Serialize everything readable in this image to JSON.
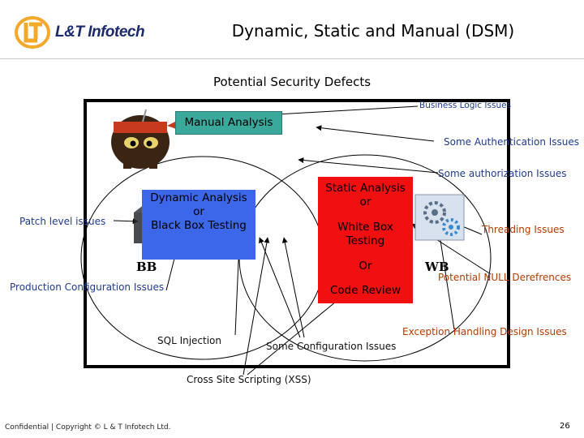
{
  "header": {
    "logo_text": "L&T Infotech",
    "title": "Dynamic, Static and Manual (DSM)"
  },
  "subtitle": "Potential Security Defects",
  "boxes": {
    "manual": "Manual Analysis",
    "dynamic": [
      "Dynamic Analysis",
      "or",
      "Black Box Testing"
    ],
    "static": [
      "Static Analysis",
      "or",
      "White Box",
      "Testing",
      "Or",
      "Code Review"
    ]
  },
  "circle_labels": {
    "bb": "BB",
    "wb": "WB"
  },
  "issues": {
    "business_logic": "Business Logic Issues",
    "authentication": "Some Authentication Issues",
    "authorization": "Some authorization Issues",
    "patch_level": "Patch level issues",
    "threading": "Threading Issues",
    "null_deref": "Potential NULL Derefrences",
    "production_config": "Production Configuration Issues",
    "exception_handling": "Exception Handling Design Issues",
    "sql_injection": "SQL Injection",
    "some_config": "Some Configuration Issues",
    "xss": "Cross Site Scripting (XSS)"
  },
  "footer": {
    "confidential": "Confidential | Copyright © L & T Infotech Ltd.",
    "page": "26"
  },
  "colors": {
    "manual_box": "#3aa89a",
    "dynamic_box": "#3b67e8",
    "static_box": "#f20f0f",
    "issue_blue": "#1f3c8c",
    "issue_red": "#b53a00"
  }
}
